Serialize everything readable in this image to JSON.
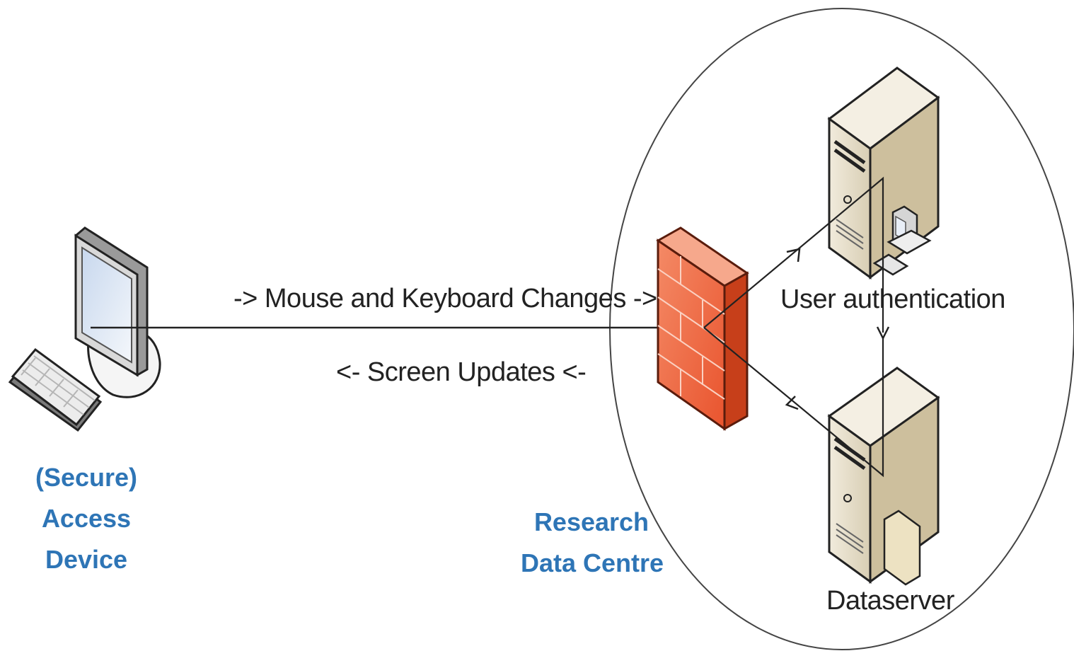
{
  "labels": {
    "outbound_flow": "-> Mouse and Keyboard Changes ->",
    "inbound_flow": "<- Screen Updates <-",
    "auth_server": "User authentication",
    "data_server": "Dataserver"
  },
  "zones": {
    "access_device": [
      "(Secure)",
      "Access",
      "Device"
    ],
    "data_centre": [
      "Research",
      "Data Centre"
    ]
  },
  "colors": {
    "zone_label": "#2e75b6",
    "firewall": "#ee6a44",
    "server": "#e4dcc8",
    "line": "#222222"
  },
  "icons": {
    "client": "computer-icon",
    "keyboard": "keyboard-icon",
    "firewall": "firewall-icon",
    "auth_server": "server-icon",
    "data_server": "server-icon"
  }
}
